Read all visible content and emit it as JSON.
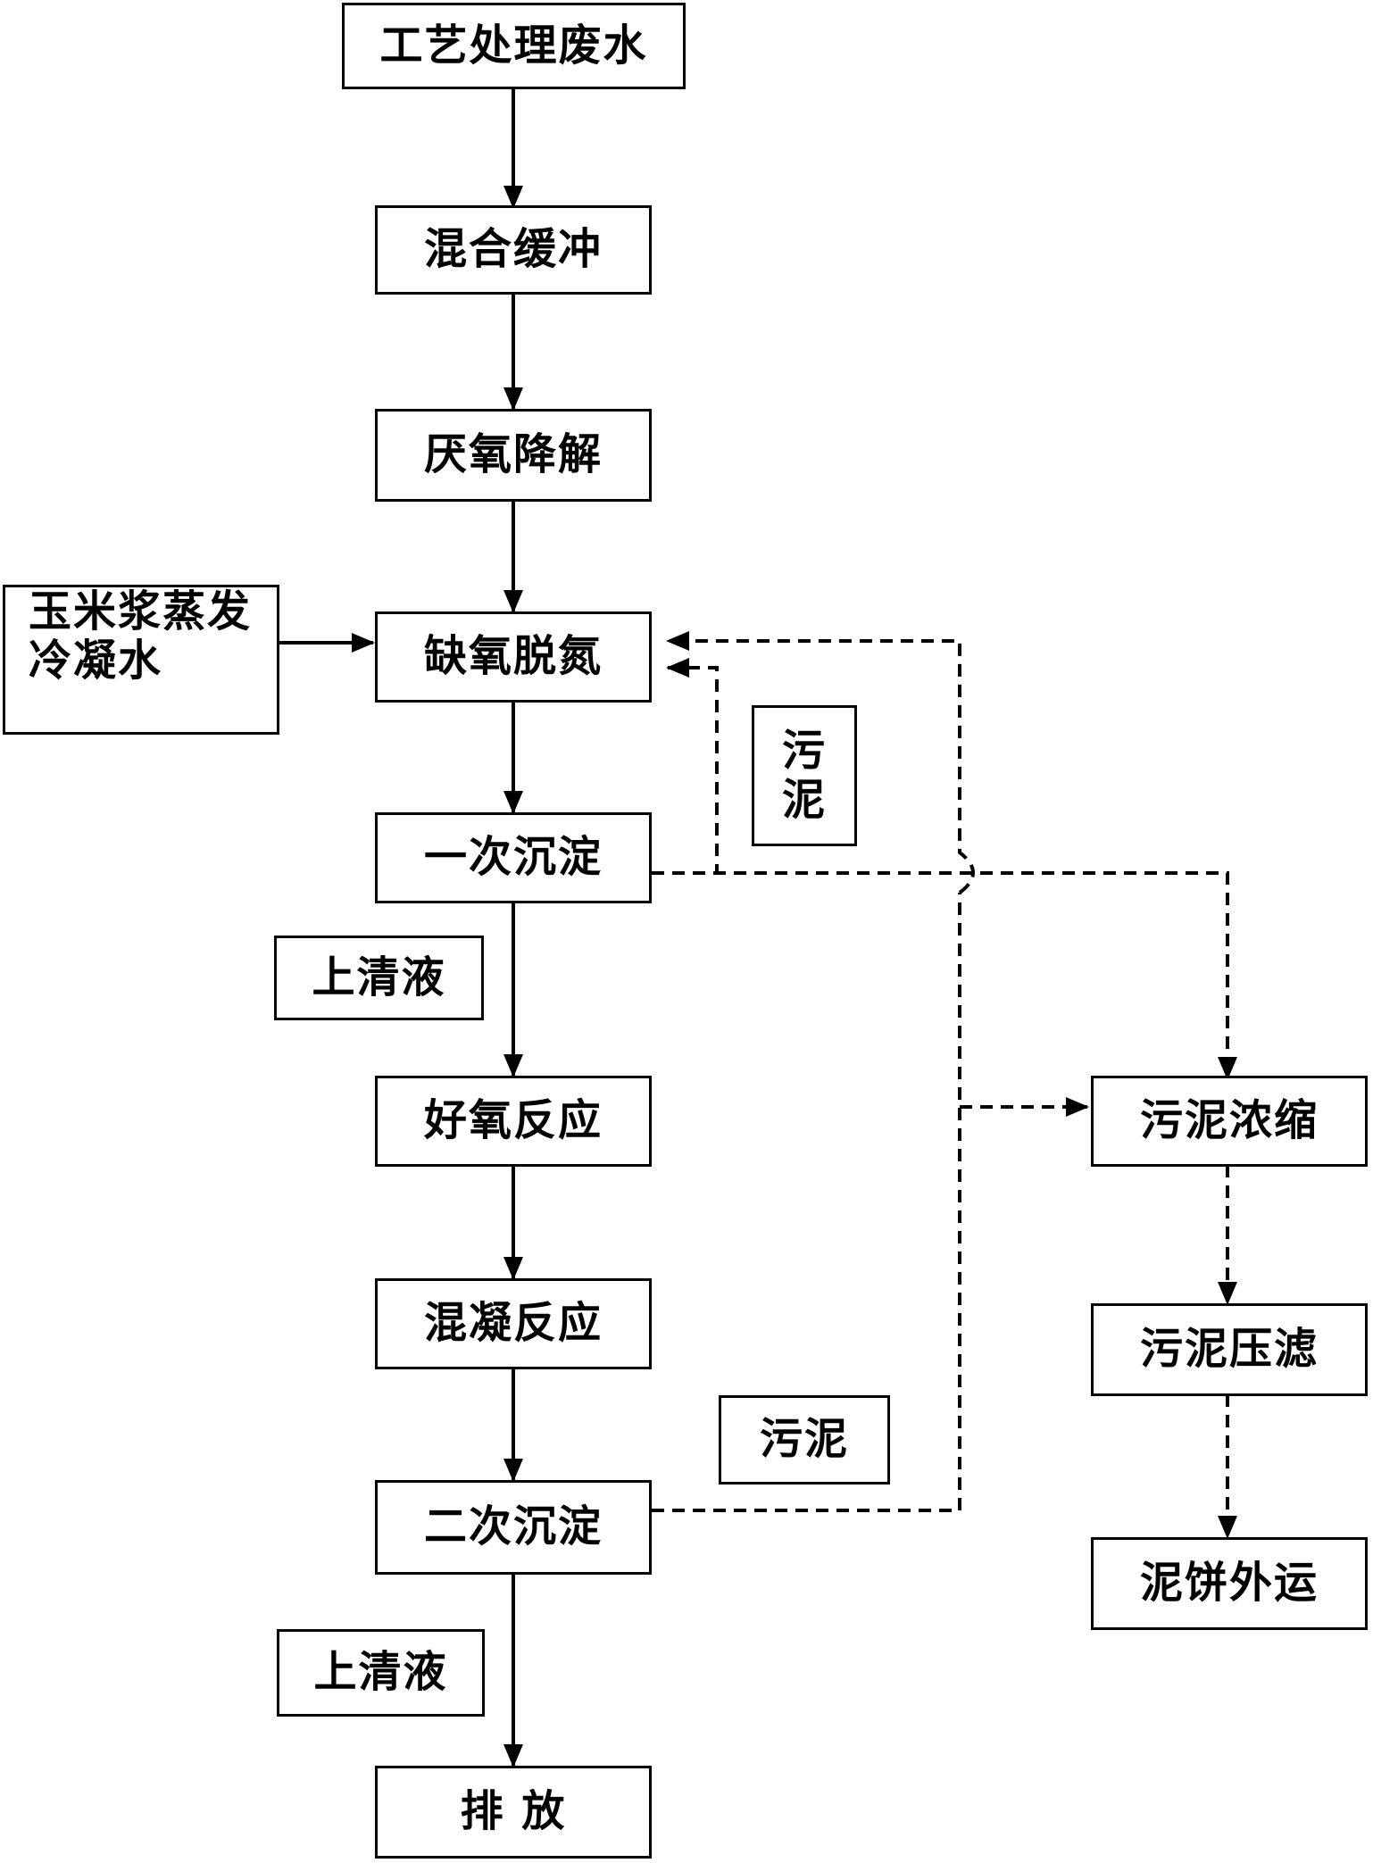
{
  "main_flow": {
    "s1": "工艺处理废水",
    "s2": "混合缓冲",
    "s3": "厌氧降解",
    "s4": "缺氧脱氮",
    "s5": "一次沉淀",
    "s6": "好氧反应",
    "s7": "混凝反应",
    "s8": "二次沉淀",
    "s9": "排 放"
  },
  "side_input": {
    "line1": "玉米浆蒸发",
    "line2": "冷凝水"
  },
  "labels": {
    "supernatant_1": "上清液",
    "supernatant_2": "上清液",
    "sludge_1_char1": "污",
    "sludge_1_char2": "泥",
    "sludge_2": "污泥"
  },
  "sludge_flow": {
    "thicken": "污泥浓缩",
    "press": "污泥压滤",
    "cake": "泥饼外运"
  }
}
